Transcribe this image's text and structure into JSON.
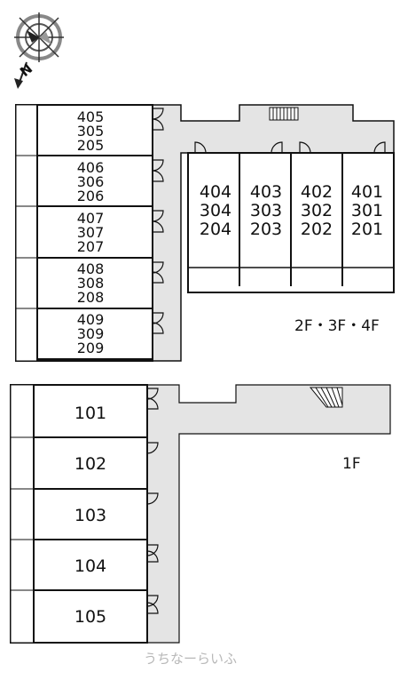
{
  "compass": {
    "label": "N",
    "icon": "compass-rose-icon"
  },
  "upper_floors": {
    "label": "2F・3F・4F",
    "west_wing_units": [
      {
        "numbers": [
          "405",
          "305",
          "205"
        ]
      },
      {
        "numbers": [
          "406",
          "306",
          "206"
        ]
      },
      {
        "numbers": [
          "407",
          "307",
          "207"
        ]
      },
      {
        "numbers": [
          "408",
          "308",
          "208"
        ]
      },
      {
        "numbers": [
          "409",
          "309",
          "209"
        ]
      }
    ],
    "east_wing_units": [
      {
        "numbers": [
          "404",
          "304",
          "204"
        ]
      },
      {
        "numbers": [
          "403",
          "303",
          "203"
        ]
      },
      {
        "numbers": [
          "402",
          "302",
          "202"
        ]
      },
      {
        "numbers": [
          "401",
          "301",
          "201"
        ]
      }
    ]
  },
  "first_floor": {
    "label": "1F",
    "units": [
      "101",
      "102",
      "103",
      "104",
      "105"
    ]
  },
  "watermark": "うちなーらいふ",
  "colors": {
    "corridor": "#e4e4e4",
    "wall": "#111111",
    "background": "#ffffff"
  }
}
